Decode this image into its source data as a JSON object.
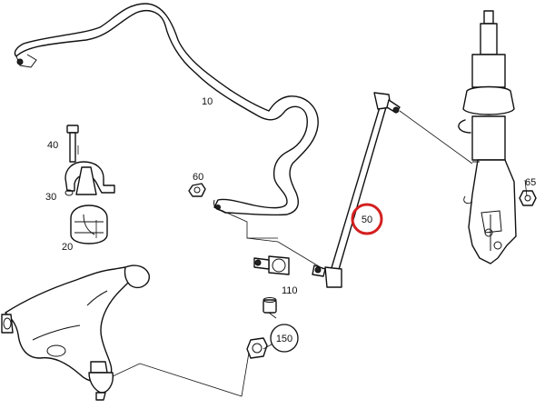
{
  "callouts": [
    {
      "id": "10",
      "label": "10",
      "highlight": false
    },
    {
      "id": "20",
      "label": "20",
      "highlight": false
    },
    {
      "id": "30",
      "label": "30",
      "highlight": false
    },
    {
      "id": "40",
      "label": "40",
      "highlight": false
    },
    {
      "id": "50",
      "label": "50",
      "highlight": true
    },
    {
      "id": "60",
      "label": "60",
      "highlight": false
    },
    {
      "id": "65",
      "label": "65",
      "highlight": false
    },
    {
      "id": "110",
      "label": "110",
      "highlight": false
    },
    {
      "id": "150",
      "label": "150",
      "highlight": false
    }
  ],
  "colors": {
    "line": "#111111",
    "background": "#ffffff",
    "highlight_ring": "#d42020"
  }
}
